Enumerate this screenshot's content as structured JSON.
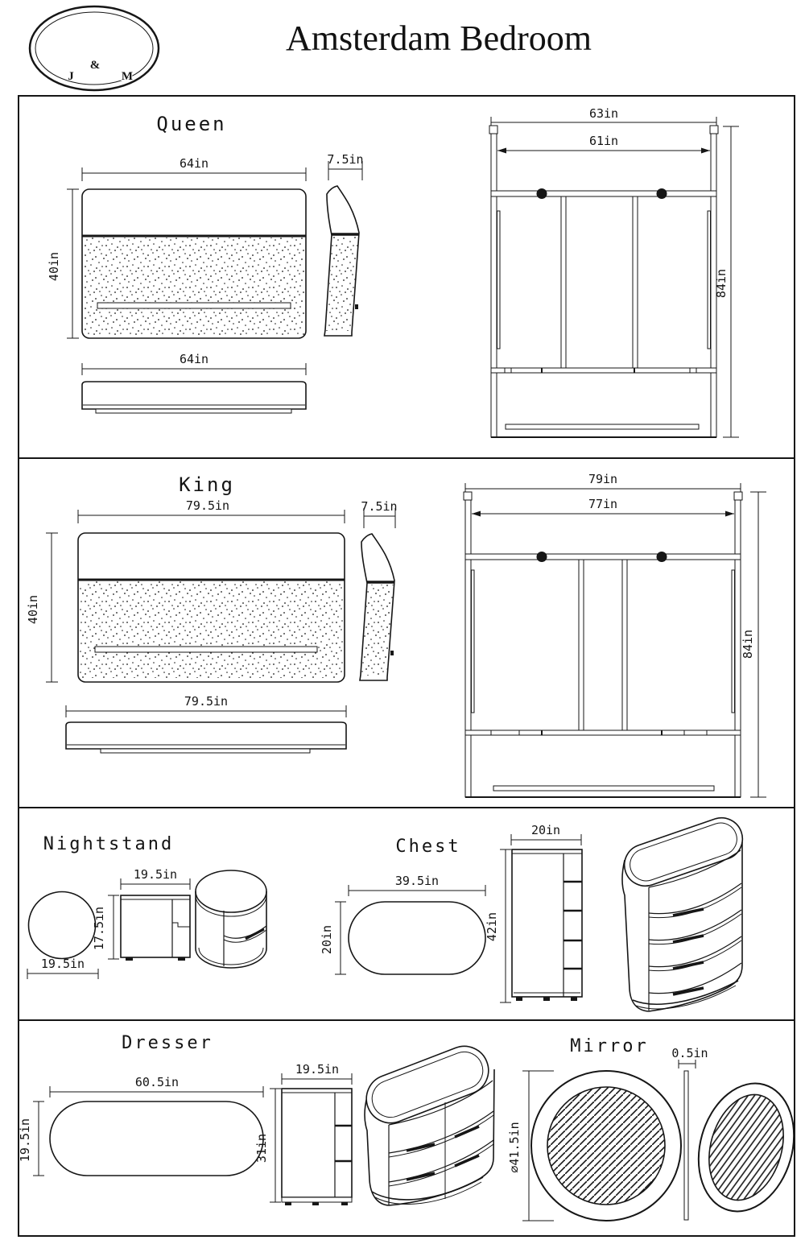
{
  "header": {
    "logo_j": "J",
    "logo_amp": "&",
    "logo_m": "M",
    "title": "Amsterdam Bedroom"
  },
  "queen": {
    "title": "Queen",
    "headboard_width": "64in",
    "headboard_height": "40in",
    "headboard_depth": "7.5in",
    "footboard_width": "64in",
    "frame_width_outer": "63in",
    "frame_width_inner": "61in",
    "frame_length": "84in"
  },
  "king": {
    "title": "King",
    "headboard_width": "79.5in",
    "headboard_height": "40in",
    "headboard_depth": "7.5in",
    "footboard_width": "79.5in",
    "frame_width_outer": "79in",
    "frame_width_inner": "77in",
    "frame_length": "84in"
  },
  "nightstand": {
    "title": "Nightstand",
    "top_diameter": "19.5in",
    "front_width": "19.5in",
    "front_height": "17.5in"
  },
  "chest": {
    "title": "Chest",
    "top_width": "39.5in",
    "top_depth": "20in",
    "side_depth": "20in",
    "height": "42in"
  },
  "dresser": {
    "title": "Dresser",
    "top_width": "60.5in",
    "top_depth": "19.5in",
    "side_depth": "19.5in",
    "height": "31in"
  },
  "mirror": {
    "title": "Mirror",
    "diameter": "⌀41.5in",
    "thickness": "0.5in"
  }
}
